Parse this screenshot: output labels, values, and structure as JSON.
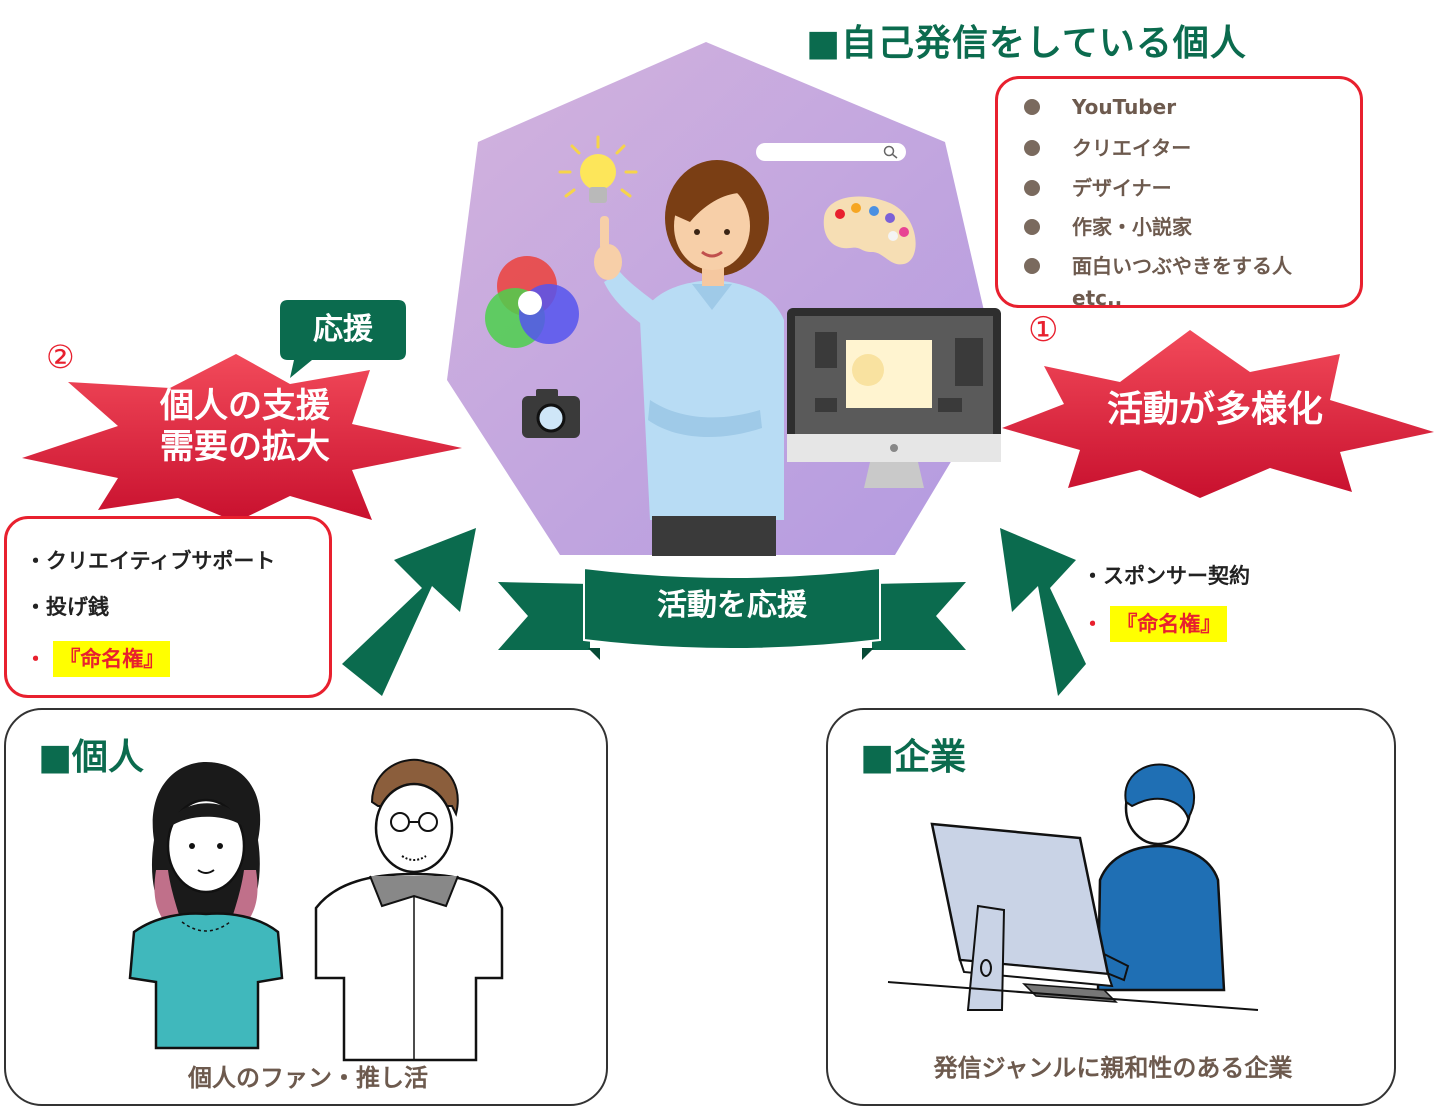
{
  "top_group": {
    "title": "■自己発信をしている個人",
    "items": [
      "YouTuber",
      "クリエイター",
      "デザイナー",
      "作家・小説家",
      "面白いつぶやきをする人"
    ],
    "etc": "etc..",
    "marker": "①",
    "burst_label": "活動が多様化"
  },
  "left_support": {
    "marker": "②",
    "speech_label": "応援",
    "burst_line1": "個人の支援",
    "burst_line2": "需要の拡大",
    "list": [
      "・クリエイティブサポート",
      "・投げ銭"
    ],
    "highlight_bullet": "・",
    "highlight": "『命名権』"
  },
  "center_banner": "活動を応援",
  "right_support": {
    "list": [
      "・スポンサー契約"
    ],
    "highlight_bullet": "・",
    "highlight": "『命名権』"
  },
  "individual": {
    "title": "■個人",
    "caption": "個人のファン・推し活"
  },
  "company": {
    "title": "■企業",
    "caption": "発信ジャンルに親和性のある企業"
  },
  "colors": {
    "green": "#0b6b4e",
    "red": "#e8202e",
    "burst_red": "#dc1e3c",
    "heptagon": "#c2a4dc",
    "highlight": "#ffff00"
  }
}
